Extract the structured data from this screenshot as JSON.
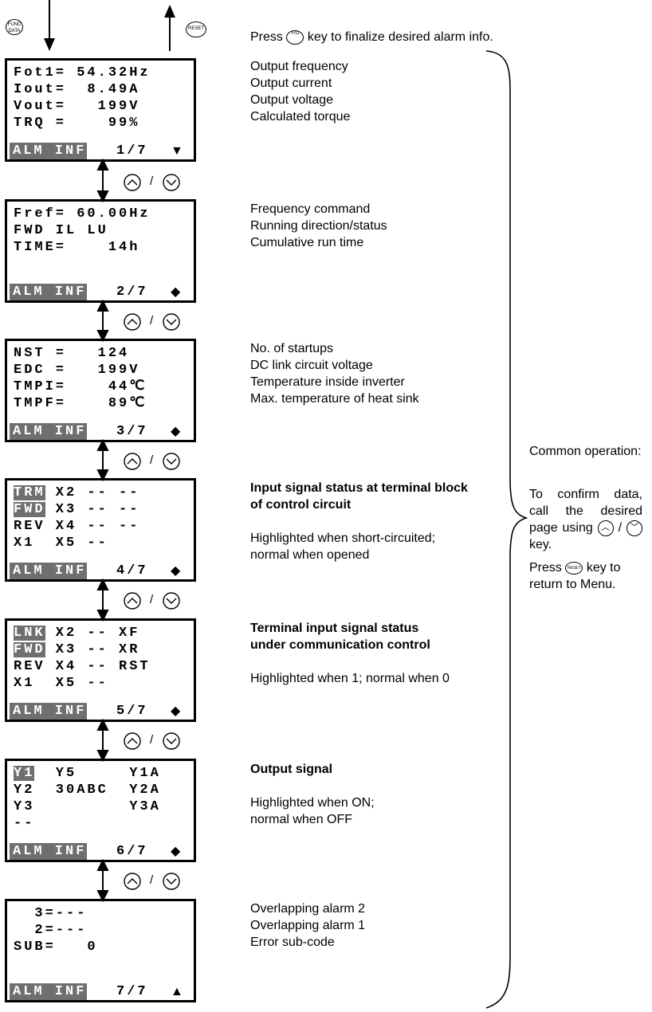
{
  "header": {
    "func_key": "FUNC\nDATA",
    "reset_key": "RESET",
    "instruction_pre": "Press",
    "instruction_post": "key to finalize desired alarm info."
  },
  "nav_separator": "/",
  "screens": [
    {
      "lines": [
        [
          "Fot1= 54.32Hz"
        ],
        [
          "Iout=  8.49A"
        ],
        [
          "Vout=   199V"
        ],
        [
          "TRQ =    99%"
        ]
      ],
      "status_label": "ALM INF",
      "page": "1/7",
      "indicator": "▼",
      "descriptions": [
        "Output frequency",
        "Output current",
        "Output voltage",
        "Calculated torque"
      ]
    },
    {
      "lines": [
        [
          "Fref= 60.00Hz"
        ],
        [
          "FWD IL LU"
        ],
        [
          "TIME=    14h"
        ]
      ],
      "status_label": "ALM INF",
      "page": "2/7",
      "indicator": "◆",
      "descriptions": [
        "Frequency command",
        "Running direction/status",
        "Cumulative run time"
      ]
    },
    {
      "lines": [
        [
          "NST =   124"
        ],
        [
          "EDC =   199V"
        ],
        [
          "TMPI=    44℃"
        ],
        [
          "TMPF=    89℃"
        ]
      ],
      "status_label": "ALM INF",
      "page": "3/7",
      "indicator": "◆",
      "descriptions": [
        "No. of startups",
        "DC link circuit voltage",
        "Temperature inside inverter",
        "Max. temperature of heat sink"
      ]
    },
    {
      "lines": [
        [
          "TRM",
          " X2 -- --"
        ],
        [
          "FWD",
          " X3 -- --"
        ],
        [
          "REV X4 -- --"
        ],
        [
          "X1  X5 --"
        ]
      ],
      "status_label": "ALM INF",
      "page": "4/7",
      "indicator": "◆",
      "title_lines": [
        "Input signal status at terminal block",
        "of control circuit"
      ],
      "descriptions": [
        "Highlighted when short-circuited;",
        "normal when opened"
      ]
    },
    {
      "lines": [
        [
          "LNK",
          " X2 -- XF"
        ],
        [
          "FWD",
          " X3 -- XR"
        ],
        [
          "REV X4 -- RST"
        ],
        [
          "X1  X5 --"
        ]
      ],
      "status_label": "ALM INF",
      "page": "5/7",
      "indicator": "◆",
      "title_lines": [
        "Terminal input signal status",
        "under communication control"
      ],
      "descriptions": [
        "Highlighted when 1; normal when 0"
      ]
    },
    {
      "lines": [
        [
          "Y1",
          "  Y5     Y1A"
        ],
        [
          "Y2  30ABC  Y2A"
        ],
        [
          "Y3         Y3A"
        ],
        [
          "--"
        ]
      ],
      "status_label": "ALM INF",
      "page": "6/7",
      "indicator": "◆",
      "title_lines": [
        "Output signal"
      ],
      "descriptions": [
        "Highlighted when ON;",
        "normal when OFF"
      ]
    },
    {
      "lines": [
        [
          "  3=---"
        ],
        [
          "  2=---"
        ],
        [
          "SUB=   0"
        ]
      ],
      "status_label": "ALM INF",
      "page": "7/7",
      "indicator": "▲",
      "descriptions": [
        "Overlapping alarm 2",
        "Overlapping alarm 1",
        "Error sub-code"
      ]
    }
  ],
  "common": {
    "title": "Common operation:",
    "line1": "To confirm data, call the desired page using",
    "line1_end": "/",
    "line2_end": "key.",
    "line3_pre": "Press",
    "line3_post": "key to return to Menu."
  }
}
